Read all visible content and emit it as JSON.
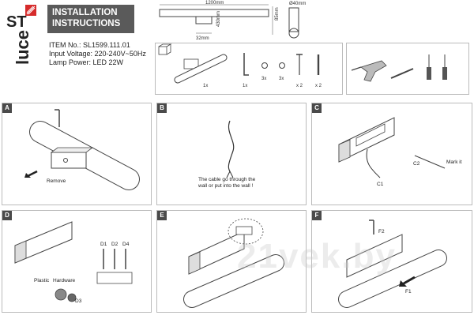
{
  "brand": {
    "logo_top": "ST",
    "logo_bottom": "luce"
  },
  "header": {
    "line1": "INSTALLATION",
    "line2": "INSTRUCTIONS"
  },
  "spec": {
    "item": "ITEM No.: SL1599.111.01",
    "voltage": "Input Voltage: 220-240V~50Hz",
    "power": "Lamp Power: LED 22W"
  },
  "dimensions": {
    "length": "1200mm",
    "diameter": "Ø40mm",
    "height": "85mm",
    "depth": "430mm",
    "bracket": "32mm"
  },
  "parts": {
    "lamp_qty": "1x",
    "key_qty": "1x",
    "washer_qty": "3x",
    "washer2_qty": "3x",
    "screw_qty": "x 2",
    "anchor_qty": "x 2"
  },
  "panels": {
    "A": {
      "tag": "A",
      "caption": "Remove"
    },
    "B": {
      "tag": "B",
      "caption_line1": "The cable go through the",
      "caption_line2": "wall or put into the wall !"
    },
    "C": {
      "tag": "C",
      "mark": "Mark it",
      "c1": "C1",
      "c2": "C2"
    },
    "D": {
      "tag": "D",
      "d1": "D1",
      "d2": "D2",
      "d4": "D4",
      "plastic": "Plastic",
      "hardware": "Hardware",
      "d3": "D3"
    },
    "E": {
      "tag": "E"
    },
    "F": {
      "tag": "F",
      "f1": "F1",
      "f2": "F2"
    }
  },
  "watermark": "21vek.by"
}
